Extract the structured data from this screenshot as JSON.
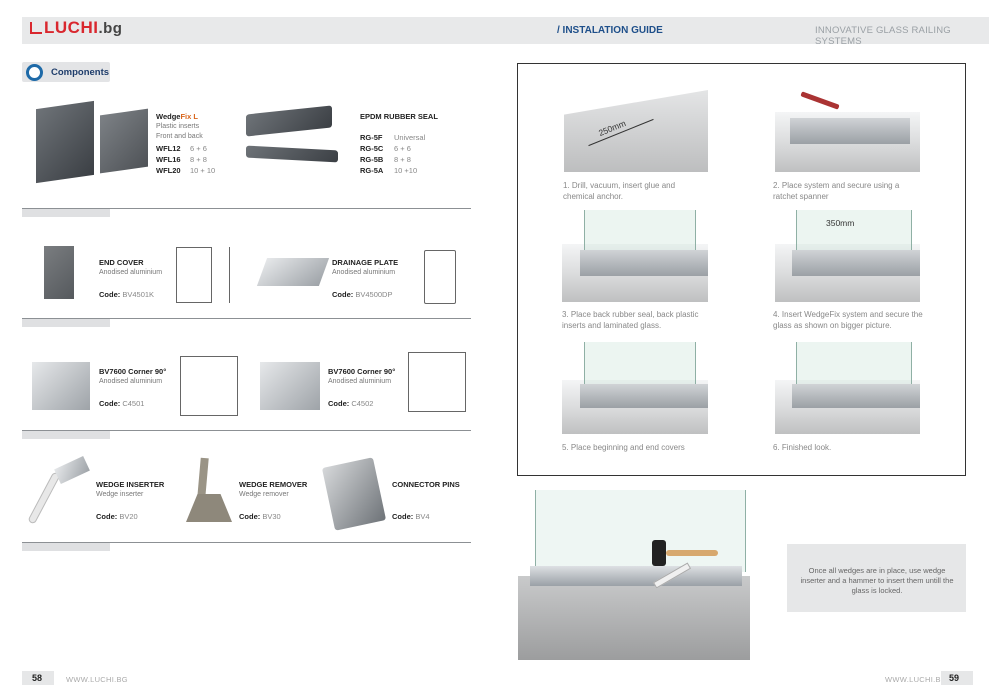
{
  "header": {
    "logo_main": "LUCHI",
    "logo_tld": ".bg",
    "guide_title": "/ INSTALATION GUIDE",
    "tagline": "INNOVATIVE GLASS RAILING SYSTEMS"
  },
  "components": {
    "heading": "Components",
    "wedgefix": {
      "name_a": "Wedge",
      "name_b": "Fix L",
      "sub1": "Plastic inserts",
      "sub2": "Front and back",
      "rows": [
        {
          "code": "WFL12",
          "value": "6 + 6"
        },
        {
          "code": "WFL16",
          "value": "8 + 8"
        },
        {
          "code": "WFL20",
          "value": "10 + 10"
        }
      ]
    },
    "epdm": {
      "name": "EPDM RUBBER SEAL",
      "rows": [
        {
          "code": "RG-5F",
          "value": "Universal"
        },
        {
          "code": "RG-5C",
          "value": "6 + 6"
        },
        {
          "code": "RG-5B",
          "value": "8 + 8"
        },
        {
          "code": "RG-5A",
          "value": "10 +10"
        }
      ]
    },
    "end_cover": {
      "name": "END COVER",
      "sub": "Anodised aluminium",
      "code_label": "Code:",
      "code": "BV4501K"
    },
    "drainage": {
      "name": "DRAINAGE PLATE",
      "sub": "Anodised aluminium",
      "code_label": "Code:",
      "code": "BV4500DP"
    },
    "corner1": {
      "name": "BV7600 Corner 90°",
      "sub": "Anodised aluminium",
      "code_label": "Code:",
      "code": "C4501"
    },
    "corner2": {
      "name": "BV7600 Corner 90°",
      "sub": "Anodised aluminium",
      "code_label": "Code:",
      "code": "C4502"
    },
    "inserter": {
      "name": "WEDGE INSERTER",
      "sub": "Wedge inserter",
      "code_label": "Code:",
      "code": "BV20"
    },
    "remover": {
      "name": "WEDGE REMOVER",
      "sub": "Wedge remover",
      "code_label": "Code:",
      "code": "BV30"
    },
    "pins": {
      "name": "CONNECTOR PINS",
      "code_label": "Code:",
      "code": "BV4"
    }
  },
  "steps": [
    {
      "text": "1. Drill, vacuum, insert glue and chemical anchor.",
      "dim": "250mm"
    },
    {
      "text": "2. Place system and secure using a ratchet spanner"
    },
    {
      "text": "3. Place back rubber seal, back plastic inserts and laminated glass."
    },
    {
      "text": "4. Insert WedgeFix system and secure the glass as shown on bigger picture.",
      "dim": "350mm"
    },
    {
      "text": "5. Place beginning and end covers"
    },
    {
      "text": "6. Finished look."
    }
  ],
  "note": "Once all wedges are in place, use wedge inserter and a hammer to insert them untill the glass is locked.",
  "footer": {
    "left_page": "58",
    "left_url": "WWW.LUCHI.BG",
    "right_url": "WWW.LUCHI.BG",
    "right_page": "59"
  }
}
